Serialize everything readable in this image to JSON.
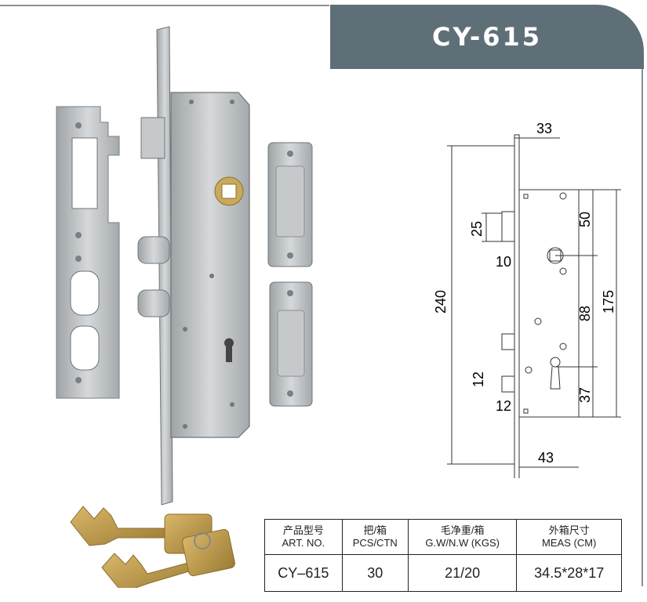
{
  "title": "CY-615",
  "drawing": {
    "dims": {
      "top_width": "33",
      "bottom_width": "43",
      "total_height": "240",
      "body_height": "175",
      "d25": "25",
      "d10": "10",
      "d12a": "12",
      "d12b": "12",
      "d50": "50",
      "d88": "88",
      "d37": "37"
    }
  },
  "table": {
    "headers": [
      {
        "cn": "产品型号",
        "en": "ART. NO."
      },
      {
        "cn": "把/箱",
        "en": "PCS/CTN"
      },
      {
        "cn": "毛净重/箱",
        "en": "G.W/N.W (KGS)"
      },
      {
        "cn": "外箱尺寸",
        "en": "MEAS (CM)"
      }
    ],
    "row": [
      "CY–615",
      "30",
      "21/20",
      "34.5*28*17"
    ]
  }
}
